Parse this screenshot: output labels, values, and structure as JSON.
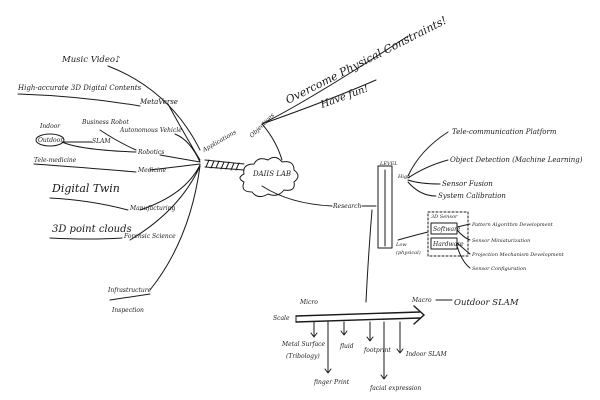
{
  "center": "DAIIS LAB",
  "top_notes": {
    "objectives": "Objectives",
    "overcome": "Overcome Physical Constraints!",
    "have_fun": "Have fun!",
    "music_video": "Music Video♪"
  },
  "applications": {
    "label": "Applications",
    "items": {
      "metaverse": "MetaVerse",
      "hi_acc": "High-accurate 3D Digital Contents",
      "autonomous": "Autonomous Vehicle",
      "robotics": "Robotics",
      "indoor": "Indoor",
      "business_robot": "Business Robot",
      "outdoor": "Outdoor",
      "slam": "SLAM",
      "medicine": "Medicine",
      "tele_medicine": "Tele-medicine",
      "manufacturing": "Manufacturing",
      "digital_twin": "Digital Twin",
      "forensic": "Forensic Science",
      "point_clouds": "3D point clouds",
      "infrastructure": "Infrastructure",
      "inspection": "Inspection"
    }
  },
  "research": {
    "label": "Research",
    "level_label": "LEVEL",
    "high": "High",
    "low": "Low",
    "physical": "(physical)",
    "high_items": {
      "tele_comm": "Tele-communication Platform",
      "object_detection": "Object Detection (Machine Learning)",
      "sensor_fusion": "Sensor Fusion",
      "calibration": "System Calibration"
    },
    "box": {
      "sensor_3d": "3D Sensor",
      "software": "Software",
      "hardware": "Hardware"
    },
    "sw_items": {
      "pattern": "Pattern Algorithm Development",
      "miniaturization": "Sensor Miniaturization"
    },
    "hw_items": {
      "projection": "Projection Mechanism Development",
      "configuration": "Sensor Configuration"
    }
  },
  "scale": {
    "label": "Scale",
    "micro": "Micro",
    "macro": "Macro",
    "outdoor_slam": "Outdoor SLAM",
    "items": {
      "metal": "Metal Surface",
      "tribology": "(Tribology)",
      "finger": "finger Print",
      "fluid": "fluid",
      "footprint": "footprint",
      "facial": "facial expression",
      "indoor_slam": "Indoor SLAM"
    }
  }
}
